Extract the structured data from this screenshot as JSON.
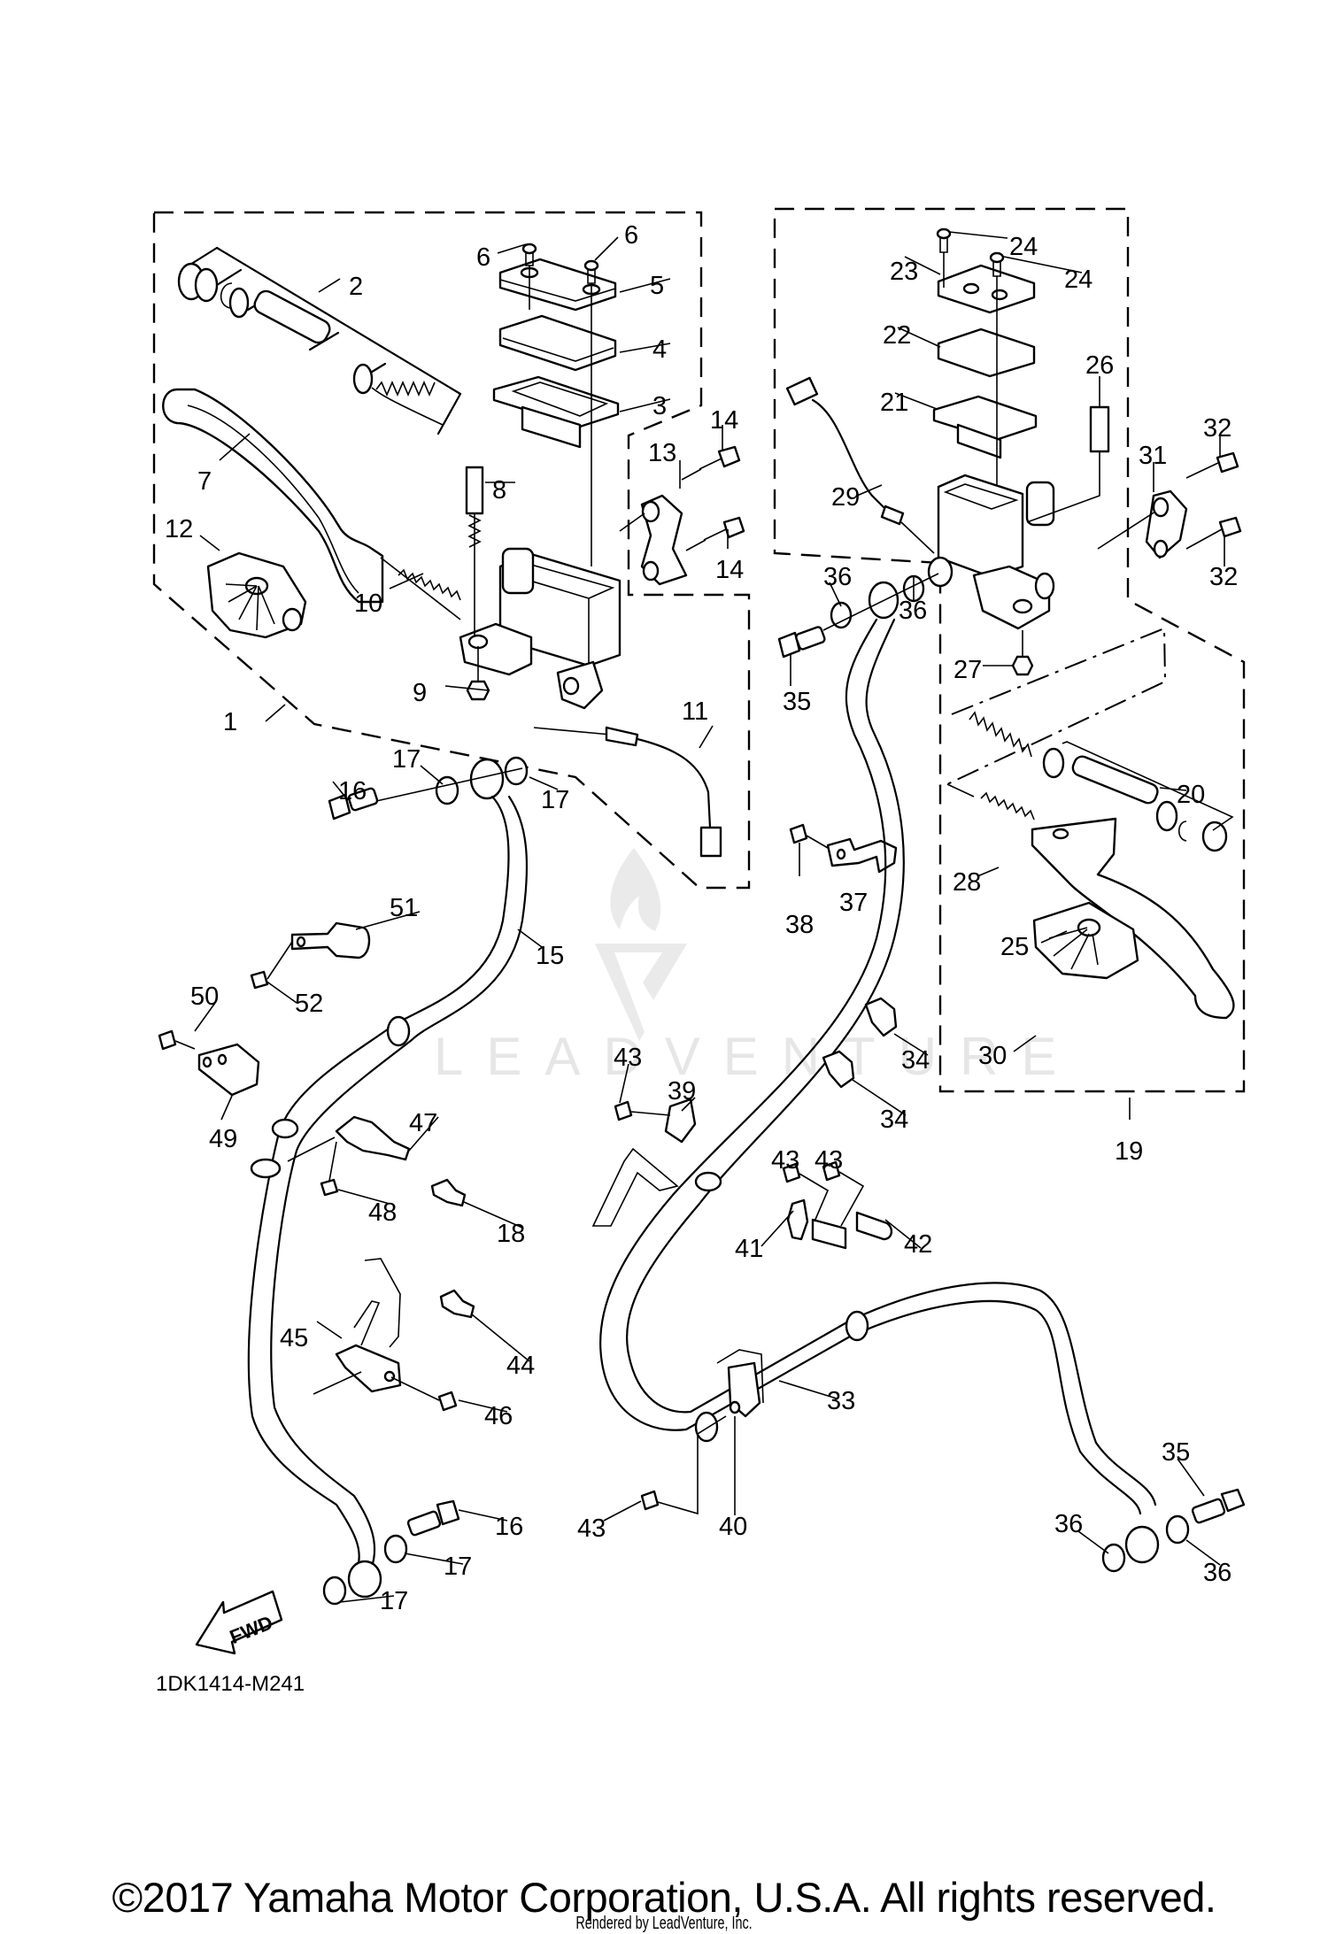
{
  "diagram": {
    "diagram_code": "1DK1414-M241",
    "copyright": "©2017 Yamaha Motor Corporation, U.S.A. All rights reserved.",
    "rendered_by": "Rendered by LeadVenture, Inc.",
    "watermark": "LEADVENTURE",
    "direction_arrow": "FWD",
    "callouts": [
      {
        "id": "c1",
        "label": "1"
      },
      {
        "id": "c2",
        "label": "2"
      },
      {
        "id": "c3",
        "label": "3"
      },
      {
        "id": "c4",
        "label": "4"
      },
      {
        "id": "c5",
        "label": "5"
      },
      {
        "id": "c6a",
        "label": "6"
      },
      {
        "id": "c6b",
        "label": "6"
      },
      {
        "id": "c7",
        "label": "7"
      },
      {
        "id": "c8",
        "label": "8"
      },
      {
        "id": "c9",
        "label": "9"
      },
      {
        "id": "c10",
        "label": "10"
      },
      {
        "id": "c11",
        "label": "11"
      },
      {
        "id": "c12",
        "label": "12"
      },
      {
        "id": "c13",
        "label": "13"
      },
      {
        "id": "c14a",
        "label": "14"
      },
      {
        "id": "c14b",
        "label": "14"
      },
      {
        "id": "c15",
        "label": "15"
      },
      {
        "id": "c16a",
        "label": "16"
      },
      {
        "id": "c16b",
        "label": "16"
      },
      {
        "id": "c17a",
        "label": "17"
      },
      {
        "id": "c17b",
        "label": "17"
      },
      {
        "id": "c17c",
        "label": "17"
      },
      {
        "id": "c17d",
        "label": "17"
      },
      {
        "id": "c18",
        "label": "18"
      },
      {
        "id": "c19",
        "label": "19"
      },
      {
        "id": "c20",
        "label": "20"
      },
      {
        "id": "c21",
        "label": "21"
      },
      {
        "id": "c22",
        "label": "22"
      },
      {
        "id": "c23",
        "label": "23"
      },
      {
        "id": "c24a",
        "label": "24"
      },
      {
        "id": "c24b",
        "label": "24"
      },
      {
        "id": "c25",
        "label": "25"
      },
      {
        "id": "c26",
        "label": "26"
      },
      {
        "id": "c27",
        "label": "27"
      },
      {
        "id": "c28",
        "label": "28"
      },
      {
        "id": "c29",
        "label": "29"
      },
      {
        "id": "c30",
        "label": "30"
      },
      {
        "id": "c31",
        "label": "31"
      },
      {
        "id": "c32a",
        "label": "32"
      },
      {
        "id": "c32b",
        "label": "32"
      },
      {
        "id": "c33",
        "label": "33"
      },
      {
        "id": "c34a",
        "label": "34"
      },
      {
        "id": "c34b",
        "label": "34"
      },
      {
        "id": "c35a",
        "label": "35"
      },
      {
        "id": "c35b",
        "label": "35"
      },
      {
        "id": "c36a",
        "label": "36"
      },
      {
        "id": "c36b",
        "label": "36"
      },
      {
        "id": "c36c",
        "label": "36"
      },
      {
        "id": "c36d",
        "label": "36"
      },
      {
        "id": "c37",
        "label": "37"
      },
      {
        "id": "c38",
        "label": "38"
      },
      {
        "id": "c39",
        "label": "39"
      },
      {
        "id": "c40",
        "label": "40"
      },
      {
        "id": "c41",
        "label": "41"
      },
      {
        "id": "c42",
        "label": "42"
      },
      {
        "id": "c43a",
        "label": "43"
      },
      {
        "id": "c43b",
        "label": "43"
      },
      {
        "id": "c43c",
        "label": "43"
      },
      {
        "id": "c43d",
        "label": "43"
      },
      {
        "id": "c44",
        "label": "44"
      },
      {
        "id": "c45",
        "label": "45"
      },
      {
        "id": "c46",
        "label": "46"
      },
      {
        "id": "c47",
        "label": "47"
      },
      {
        "id": "c48",
        "label": "48"
      },
      {
        "id": "c49",
        "label": "49"
      },
      {
        "id": "c50",
        "label": "50"
      },
      {
        "id": "c51",
        "label": "51"
      },
      {
        "id": "c52",
        "label": "52"
      }
    ]
  }
}
